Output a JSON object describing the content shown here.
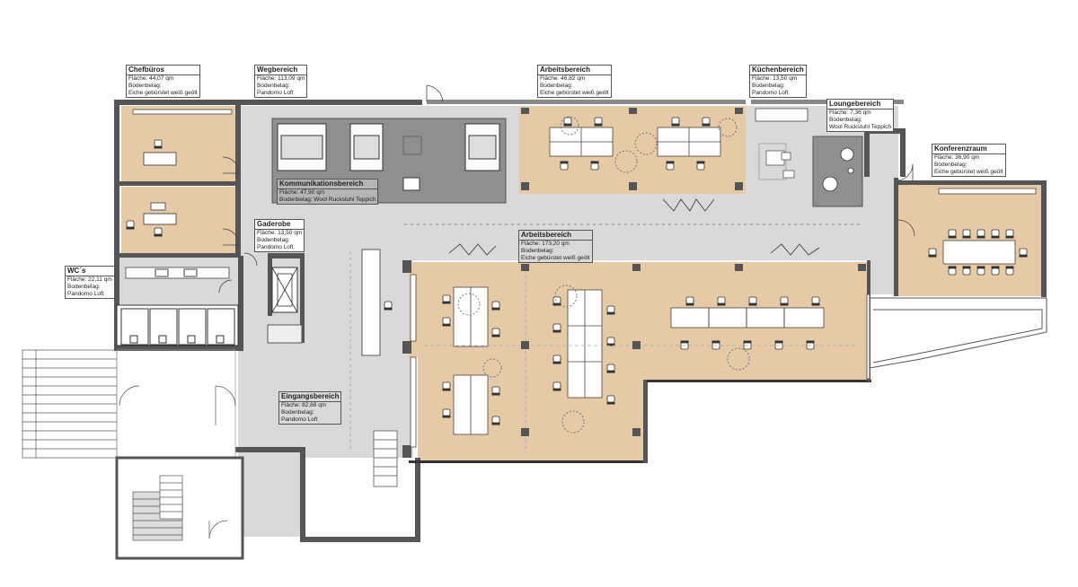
{
  "labels": {
    "chefbueros": {
      "title": "Chefbüros",
      "l1": "Fläche: 44,07 qm",
      "l2": "Bodenbelag:",
      "l3": "Eiche gebürstet weiß geölt"
    },
    "wegbereich": {
      "title": "Wegbereich",
      "l1": "Fläche: 113,09 qm",
      "l2": "Bodenbelag:",
      "l3": "Pandomo Loft"
    },
    "arbeitsbereich_top": {
      "title": "Arbeitsbereich",
      "l1": "Fläche: 46,82 qm",
      "l2": "Bodenbelag:",
      "l3": "Eiche gebürstet weiß geölt"
    },
    "kuechenbereich": {
      "title": "Küchenbereich",
      "l1": "Fläche: 13,50 qm",
      "l2": "Bodenbelag:",
      "l3": "Pandomo Loft"
    },
    "loungebereich": {
      "title": "Loungebereich",
      "l1": "Fläche: 7,36 qm",
      "l2": "Bodenbelag:",
      "l3": "Wool Ruckstuhl Teppich"
    },
    "konferenzraum": {
      "title": "Konferenzraum",
      "l1": "Fläche: 36,90 qm",
      "l2": "Bodenbelag:",
      "l3": "Eiche gebürstet weiß geölt"
    },
    "kommunikationsbereich": {
      "title": "Kommunikationsbereich",
      "l1": "Fläche: 47,90 qm",
      "l2": "Bodenbelag: Wool Ruckstuhl Teppich"
    },
    "gaderobe": {
      "title": "Gaderobe",
      "l1": "Fläche: 13,50 qm",
      "l2": "Bodenbelag:",
      "l3": "Pandomo Loft"
    },
    "arbeitsbereich_main": {
      "title": "Arbeitsbereich",
      "l1": "Fläche: 173,20 qm",
      "l2": "Bodenbelag:",
      "l3": "Eiche gebürstet weiß geölt"
    },
    "wcs": {
      "title": "WC´s",
      "l1": "Fläche: 22,11 qm",
      "l2": "Bodenbelag:",
      "l3": "Pandomo Loft"
    },
    "eingangsbereich": {
      "title": "Eingangsbereich",
      "l1": "Fläche: 82,68 qm",
      "l2": "Bodenbelag:",
      "l3": "Pandomo Loft"
    }
  },
  "colors": {
    "wood_floor": "#e6c9a5",
    "corridor": "#d9d9d9",
    "carpet": "#8f8f8f",
    "wall": "#555555",
    "white": "#ffffff"
  }
}
